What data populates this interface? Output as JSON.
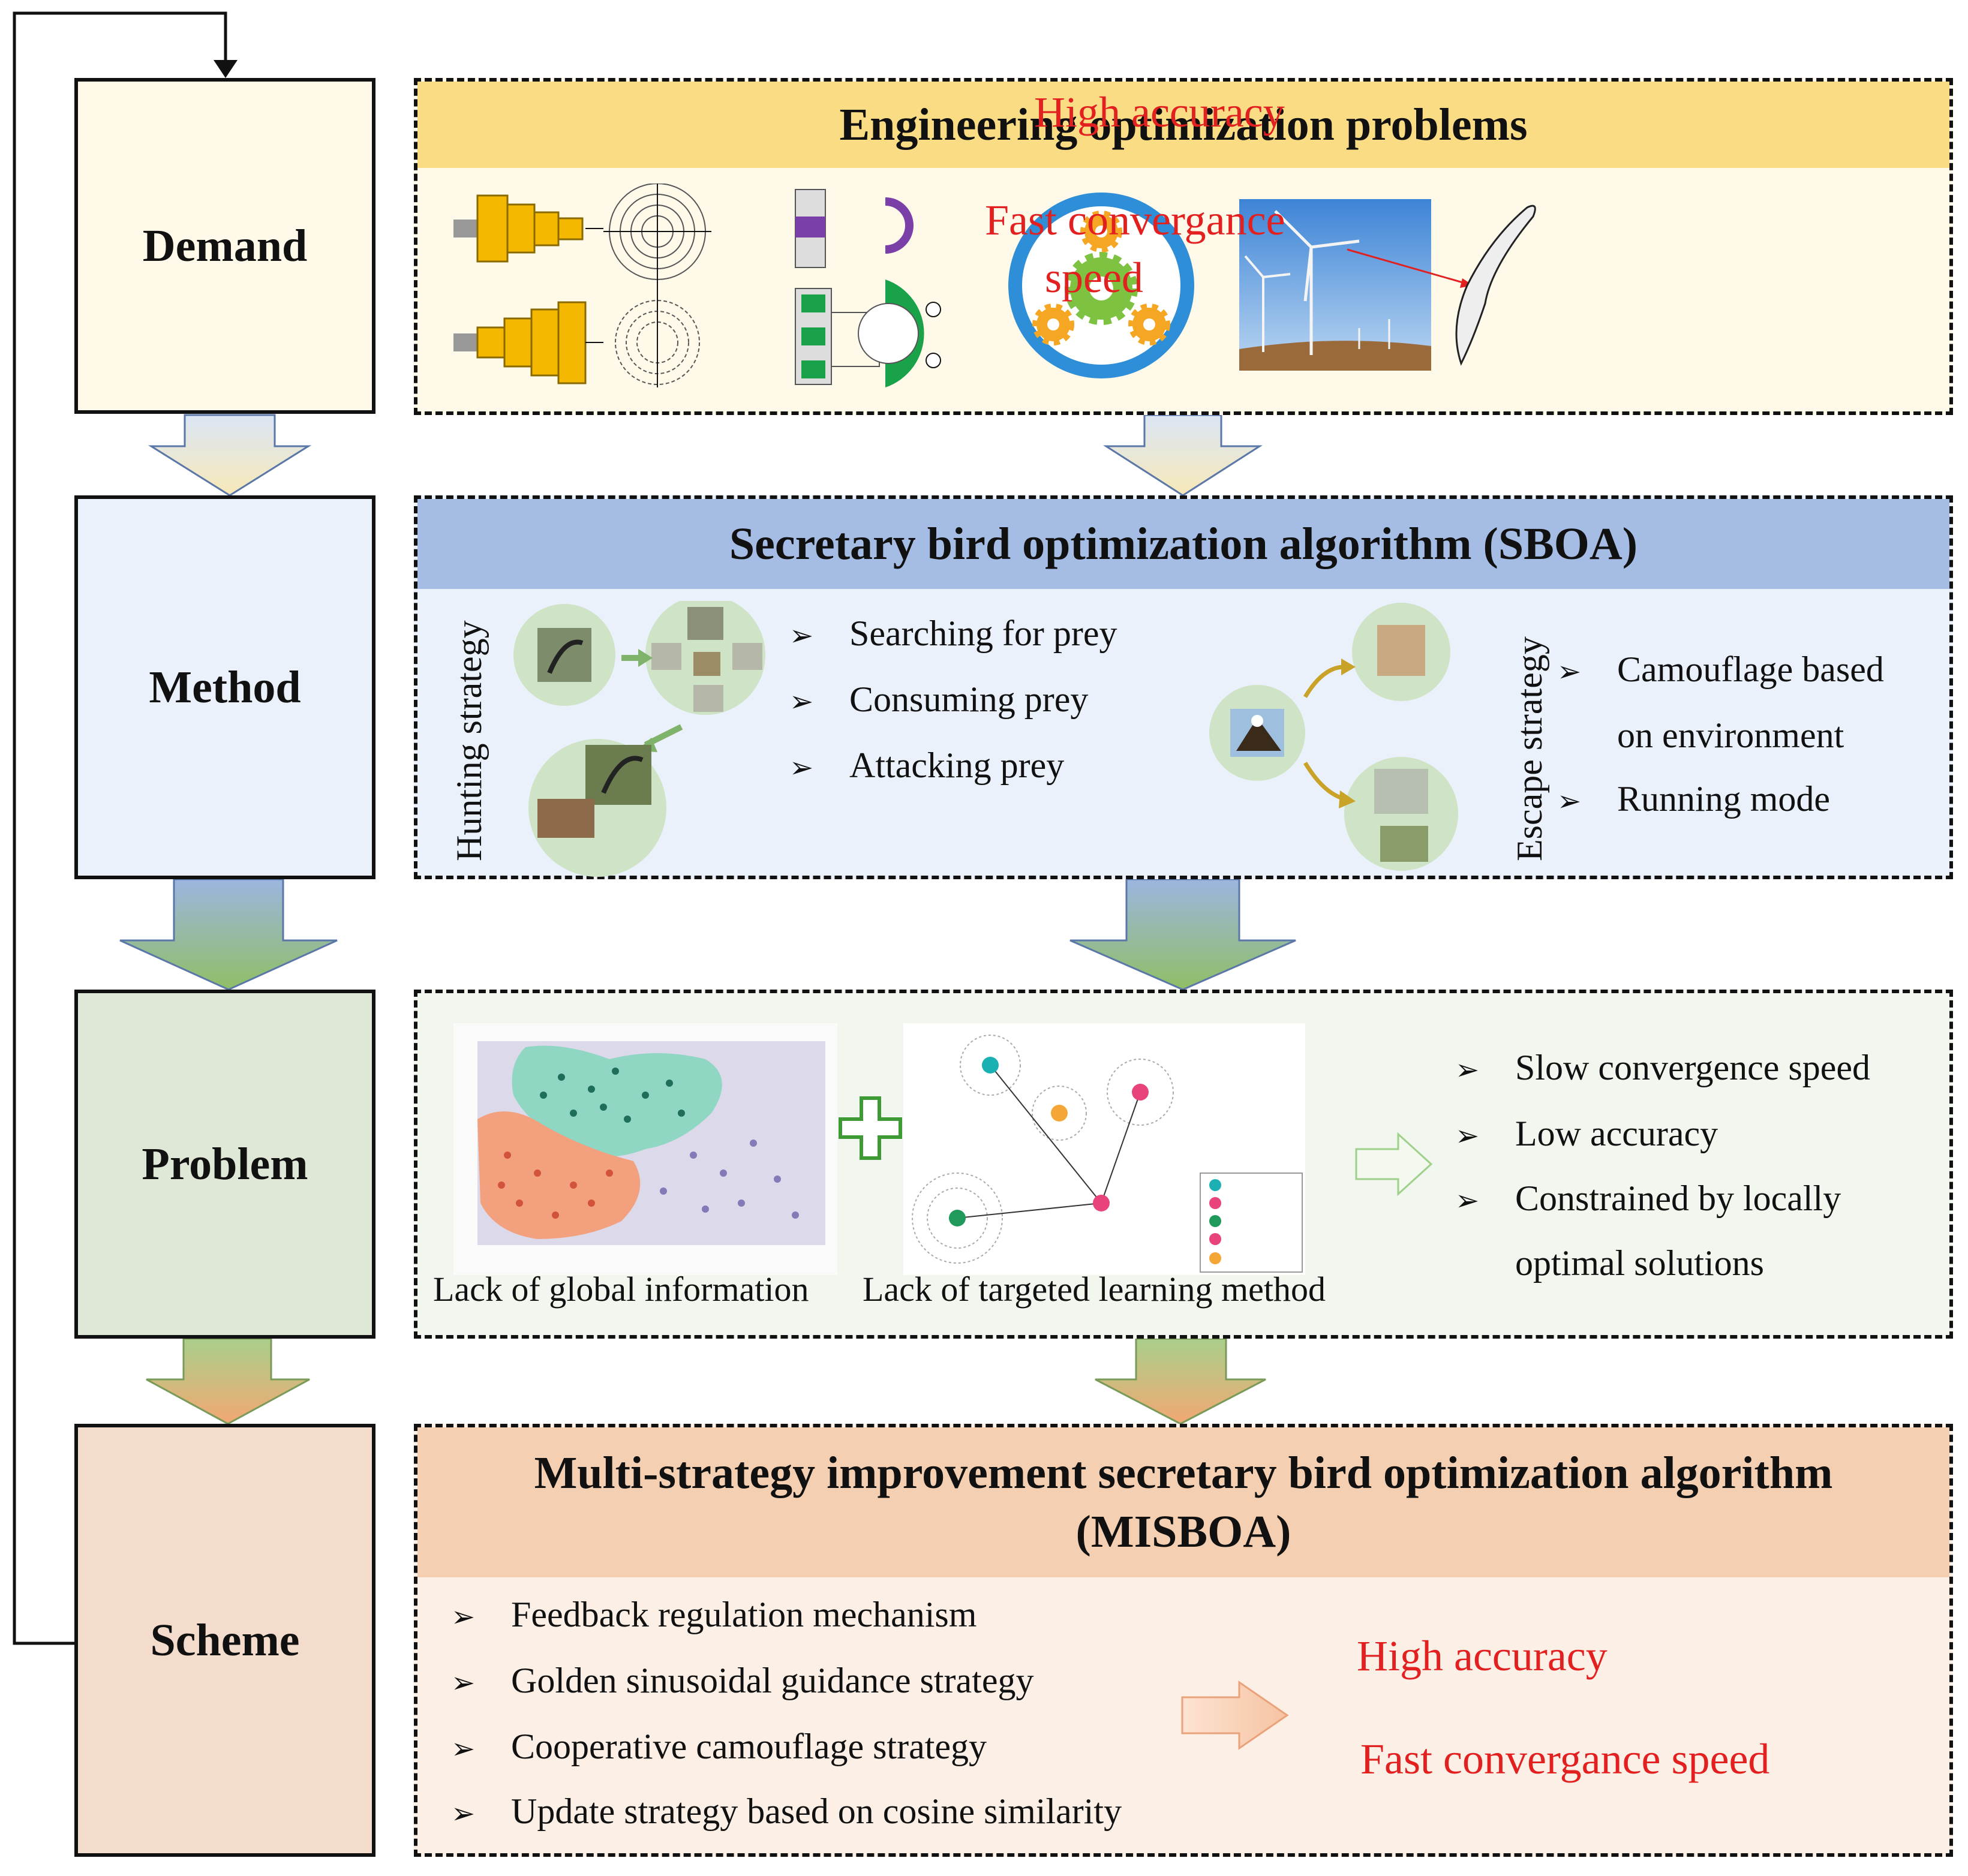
{
  "stages": {
    "demand": "Demand",
    "method": "Method",
    "problem": "Problem",
    "scheme": "Scheme"
  },
  "demand": {
    "title": "Engineering optimization problems",
    "goal_1": "High accuracy",
    "goal_2_line1": "Fast convergance",
    "goal_2_line2": "speed"
  },
  "method": {
    "title": "Secretary bird optimization algorithm (SBOA)",
    "hunting_label": "Hunting strategy",
    "hunting_items": [
      "Searching for prey",
      "Consuming prey",
      "Attacking prey"
    ],
    "escape_label": "Escape strategy",
    "escape_item_1_line1": "Camouflage based",
    "escape_item_1_line2": "on environment",
    "escape_item_2": "Running mode"
  },
  "problem": {
    "caption_1": "Lack of global information",
    "caption_2": "Lack of targeted learning method",
    "items": [
      "Slow convergence speed",
      "Low accuracy"
    ],
    "item_3_line1": "Constrained by locally",
    "item_3_line2": "optimal solutions"
  },
  "scheme": {
    "title_line1": "Multi-strategy improvement secretary bird optimization algorithm",
    "title_line2": "(MISBOA)",
    "items": [
      "Feedback regulation mechanism",
      "Golden sinusoidal guidance strategy",
      "Cooperative camouflage strategy",
      "Update strategy based on cosine similarity"
    ],
    "goal_1": "High accuracy",
    "goal_2": "Fast convergance speed"
  },
  "colors": {
    "red_text": "#e32020",
    "demand_head": "#f9dc83",
    "method_head": "#a5bce4",
    "scheme_head": "#f5cfb1"
  }
}
